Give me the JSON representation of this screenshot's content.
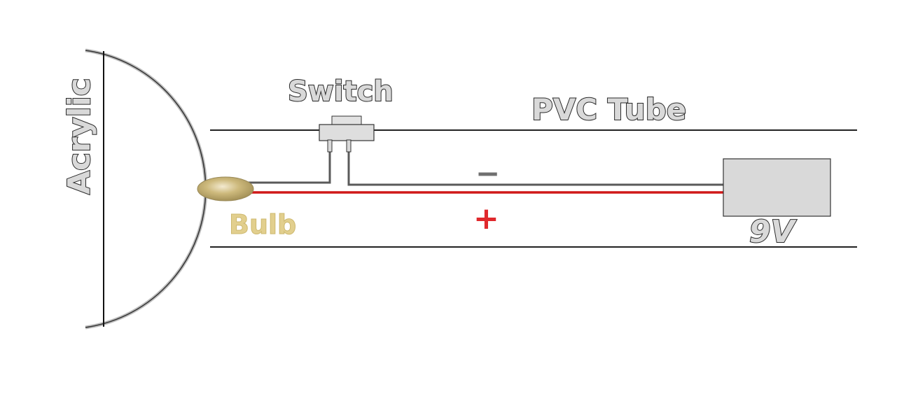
{
  "labels": {
    "acrylic": "Acrylic",
    "switch": "Switch",
    "pvc_tube": "PVC Tube",
    "bulb": "Bulb",
    "battery": "9V",
    "negative": "−",
    "positive": "+"
  },
  "colors": {
    "negative_wire": "#5a5a5a",
    "positive_wire": "#d01818",
    "bulb": "#c8b67a",
    "battery_fill": "#d9d9d9",
    "switch_fill": "#dedede",
    "outline": "#2a2a2a"
  }
}
